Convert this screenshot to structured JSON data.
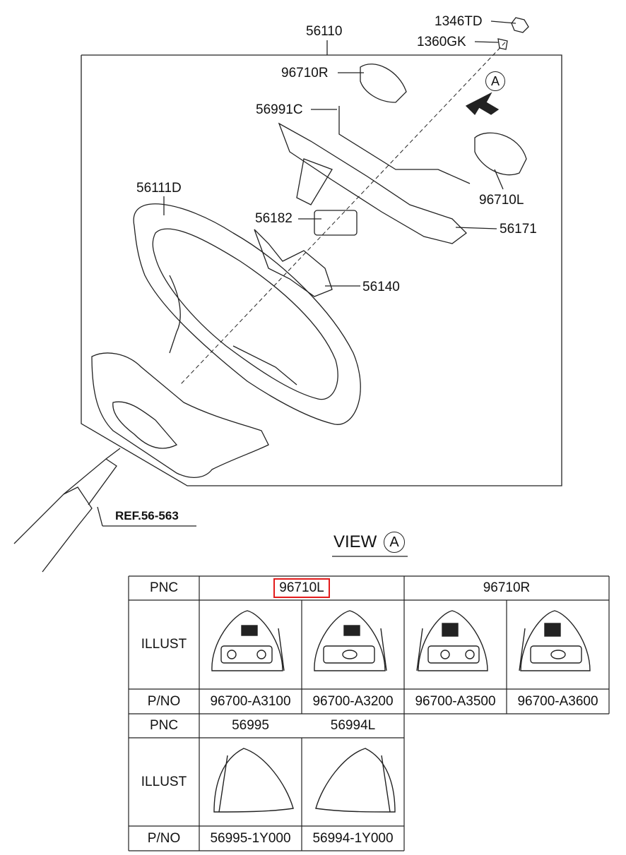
{
  "callouts": {
    "c56110": "56110",
    "c1346td": "1346TD",
    "c1360gk": "1360GK",
    "c96710r": "96710R",
    "c56991c": "56991C",
    "c96710l": "96710L",
    "c56111d": "56111D",
    "c56182": "56182",
    "c56171": "56171",
    "c56140": "56140"
  },
  "ref": "REF.56-563",
  "view_label": "VIEW",
  "view_letter": "A",
  "table": {
    "row_labels": {
      "pnc": "PNC",
      "illust": "ILLUST",
      "pno": "P/NO"
    },
    "top": {
      "pnc": [
        "96710L",
        "96710R"
      ],
      "highlighted_pnc": "96710L",
      "pno": [
        "96700-A3100",
        "96700-A3200",
        "96700-A3500",
        "96700-A3600"
      ],
      "illust": [
        "left-switch-audio",
        "left-switch-audio-mode",
        "right-switch-cruise",
        "right-switch-mode"
      ]
    },
    "bottom": {
      "pnc": [
        "56995",
        "56994L"
      ],
      "pno": [
        "56995-1Y000",
        "56994-1Y000"
      ],
      "illust": [
        "left-blank-cover",
        "right-blank-cover"
      ]
    }
  },
  "colors": {
    "line": "#222222",
    "highlight": "#e21b1b"
  }
}
